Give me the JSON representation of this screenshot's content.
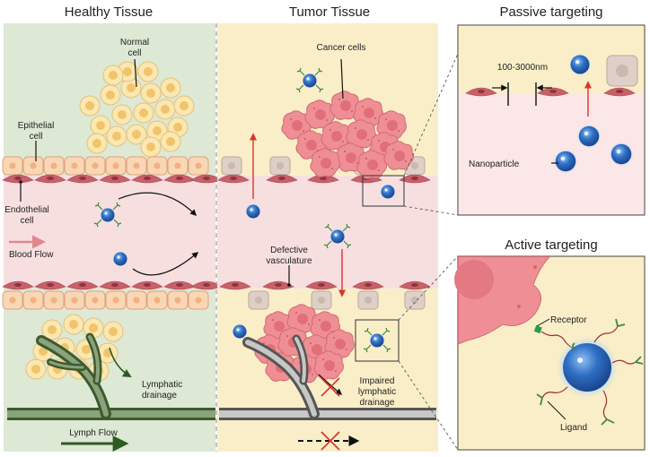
{
  "titles": {
    "healthy": "Healthy Tissue",
    "tumor": "Tumor Tissue",
    "passive": "Passive targeting",
    "active": "Active targeting"
  },
  "labels": {
    "normal_cell_line1": "Normal",
    "normal_cell_line2": "cell",
    "epithelial_line1": "Epithelial",
    "epithelial_line2": "cell",
    "endothelial_line1": "Endothelial",
    "endothelial_line2": "cell",
    "blood_flow": "Blood Flow",
    "lymphatic_line1": "Lymphatic",
    "lymphatic_line2": "drainage",
    "lymph_flow": "Lymph Flow",
    "cancer_cells": "Cancer cells",
    "defective_line1": "Defective",
    "defective_line2": "vasculature",
    "impaired_line1": "Impaired",
    "impaired_line2": "lymphatic",
    "impaired_line3": "drainage",
    "gap_size": "100-3000nm",
    "nanoparticle": "Nanoparticle",
    "receptor": "Receptor",
    "ligand": "Ligand"
  },
  "colors": {
    "healthy_bg": "#dde8d5",
    "tumor_bg": "#faeec8",
    "vessel": "#f7dfe0",
    "tumor_cell": "#ef8f95",
    "normal_cell": "#fbe7b0",
    "nanoparticle": "#2f6fc4",
    "lymph": "#3d5a2e",
    "flow_arrow": "#e0878e"
  }
}
